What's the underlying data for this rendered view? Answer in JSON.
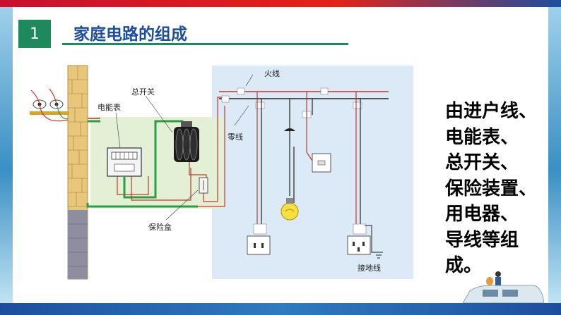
{
  "header": {
    "index": "1",
    "title": "家庭电路的组成"
  },
  "diagram": {
    "labels": {
      "live_wire": "火线",
      "neutral_wire": "零线",
      "meter": "电能表",
      "main_switch": "总开关",
      "fuse_box": "保险盒",
      "ground_wire": "接地线"
    }
  },
  "summary": {
    "lines": [
      "由进户线、",
      "电能表、",
      "总开关、",
      "保险装置、",
      "用电器、",
      "导线等组",
      "成。"
    ]
  },
  "colors": {
    "accent_green": "#1e8a5c",
    "title_blue": "#1d4e9e",
    "live_red": "#c0392b",
    "wire_green": "#2e9d4a"
  }
}
